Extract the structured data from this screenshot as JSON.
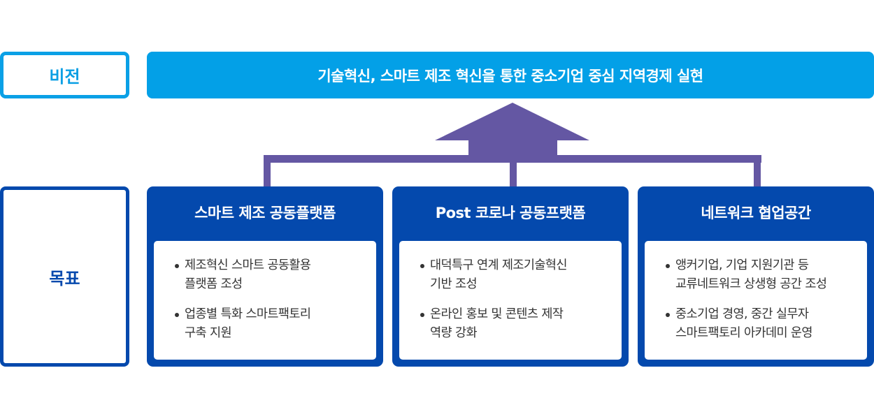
{
  "vision": {
    "label": "비전",
    "statement": "기술혁신, 스마트 제조 혁신을 통한 중소기업 중심 지역경제 실현"
  },
  "goals": {
    "label": "목표",
    "cards": [
      {
        "title": "스마트 제조 공동플랫폼",
        "items": [
          "제조혁신 스마트 공동활용\n플랫폼 조성",
          "업종별 특화 스마트팩토리\n구축 지원"
        ]
      },
      {
        "title": "Post 코로나 공동프랫폼",
        "items": [
          "대덕특구 연계 제조기술혁신\n기반 조성",
          "온라인 홍보 및 콘텐츠 제작\n역량 강화"
        ]
      },
      {
        "title": "네트워크 협업공간",
        "items": [
          "앵커기업, 기업 지원기관 등\n교류네트워크 상생형 공간 조성",
          "중소기업 경영, 중간 실무자\n스마트팩토리 아카데미 운영"
        ]
      }
    ]
  },
  "colors": {
    "vision_accent": "#03a0e7",
    "goal_accent": "#0449ad",
    "connector_arrow": "#6457a3",
    "bullet_text": "#333333"
  }
}
